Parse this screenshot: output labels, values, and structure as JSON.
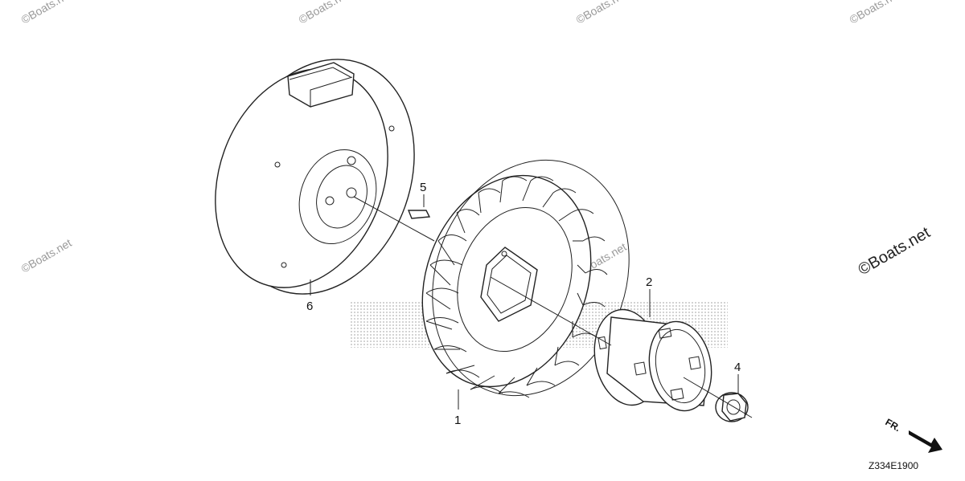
{
  "diagram": {
    "callouts": [
      "1",
      "2",
      "4",
      "5",
      "6"
    ],
    "drawing_code": "Z334E1900",
    "direction_marker": "FR.",
    "watermark": "©Boats.net"
  }
}
